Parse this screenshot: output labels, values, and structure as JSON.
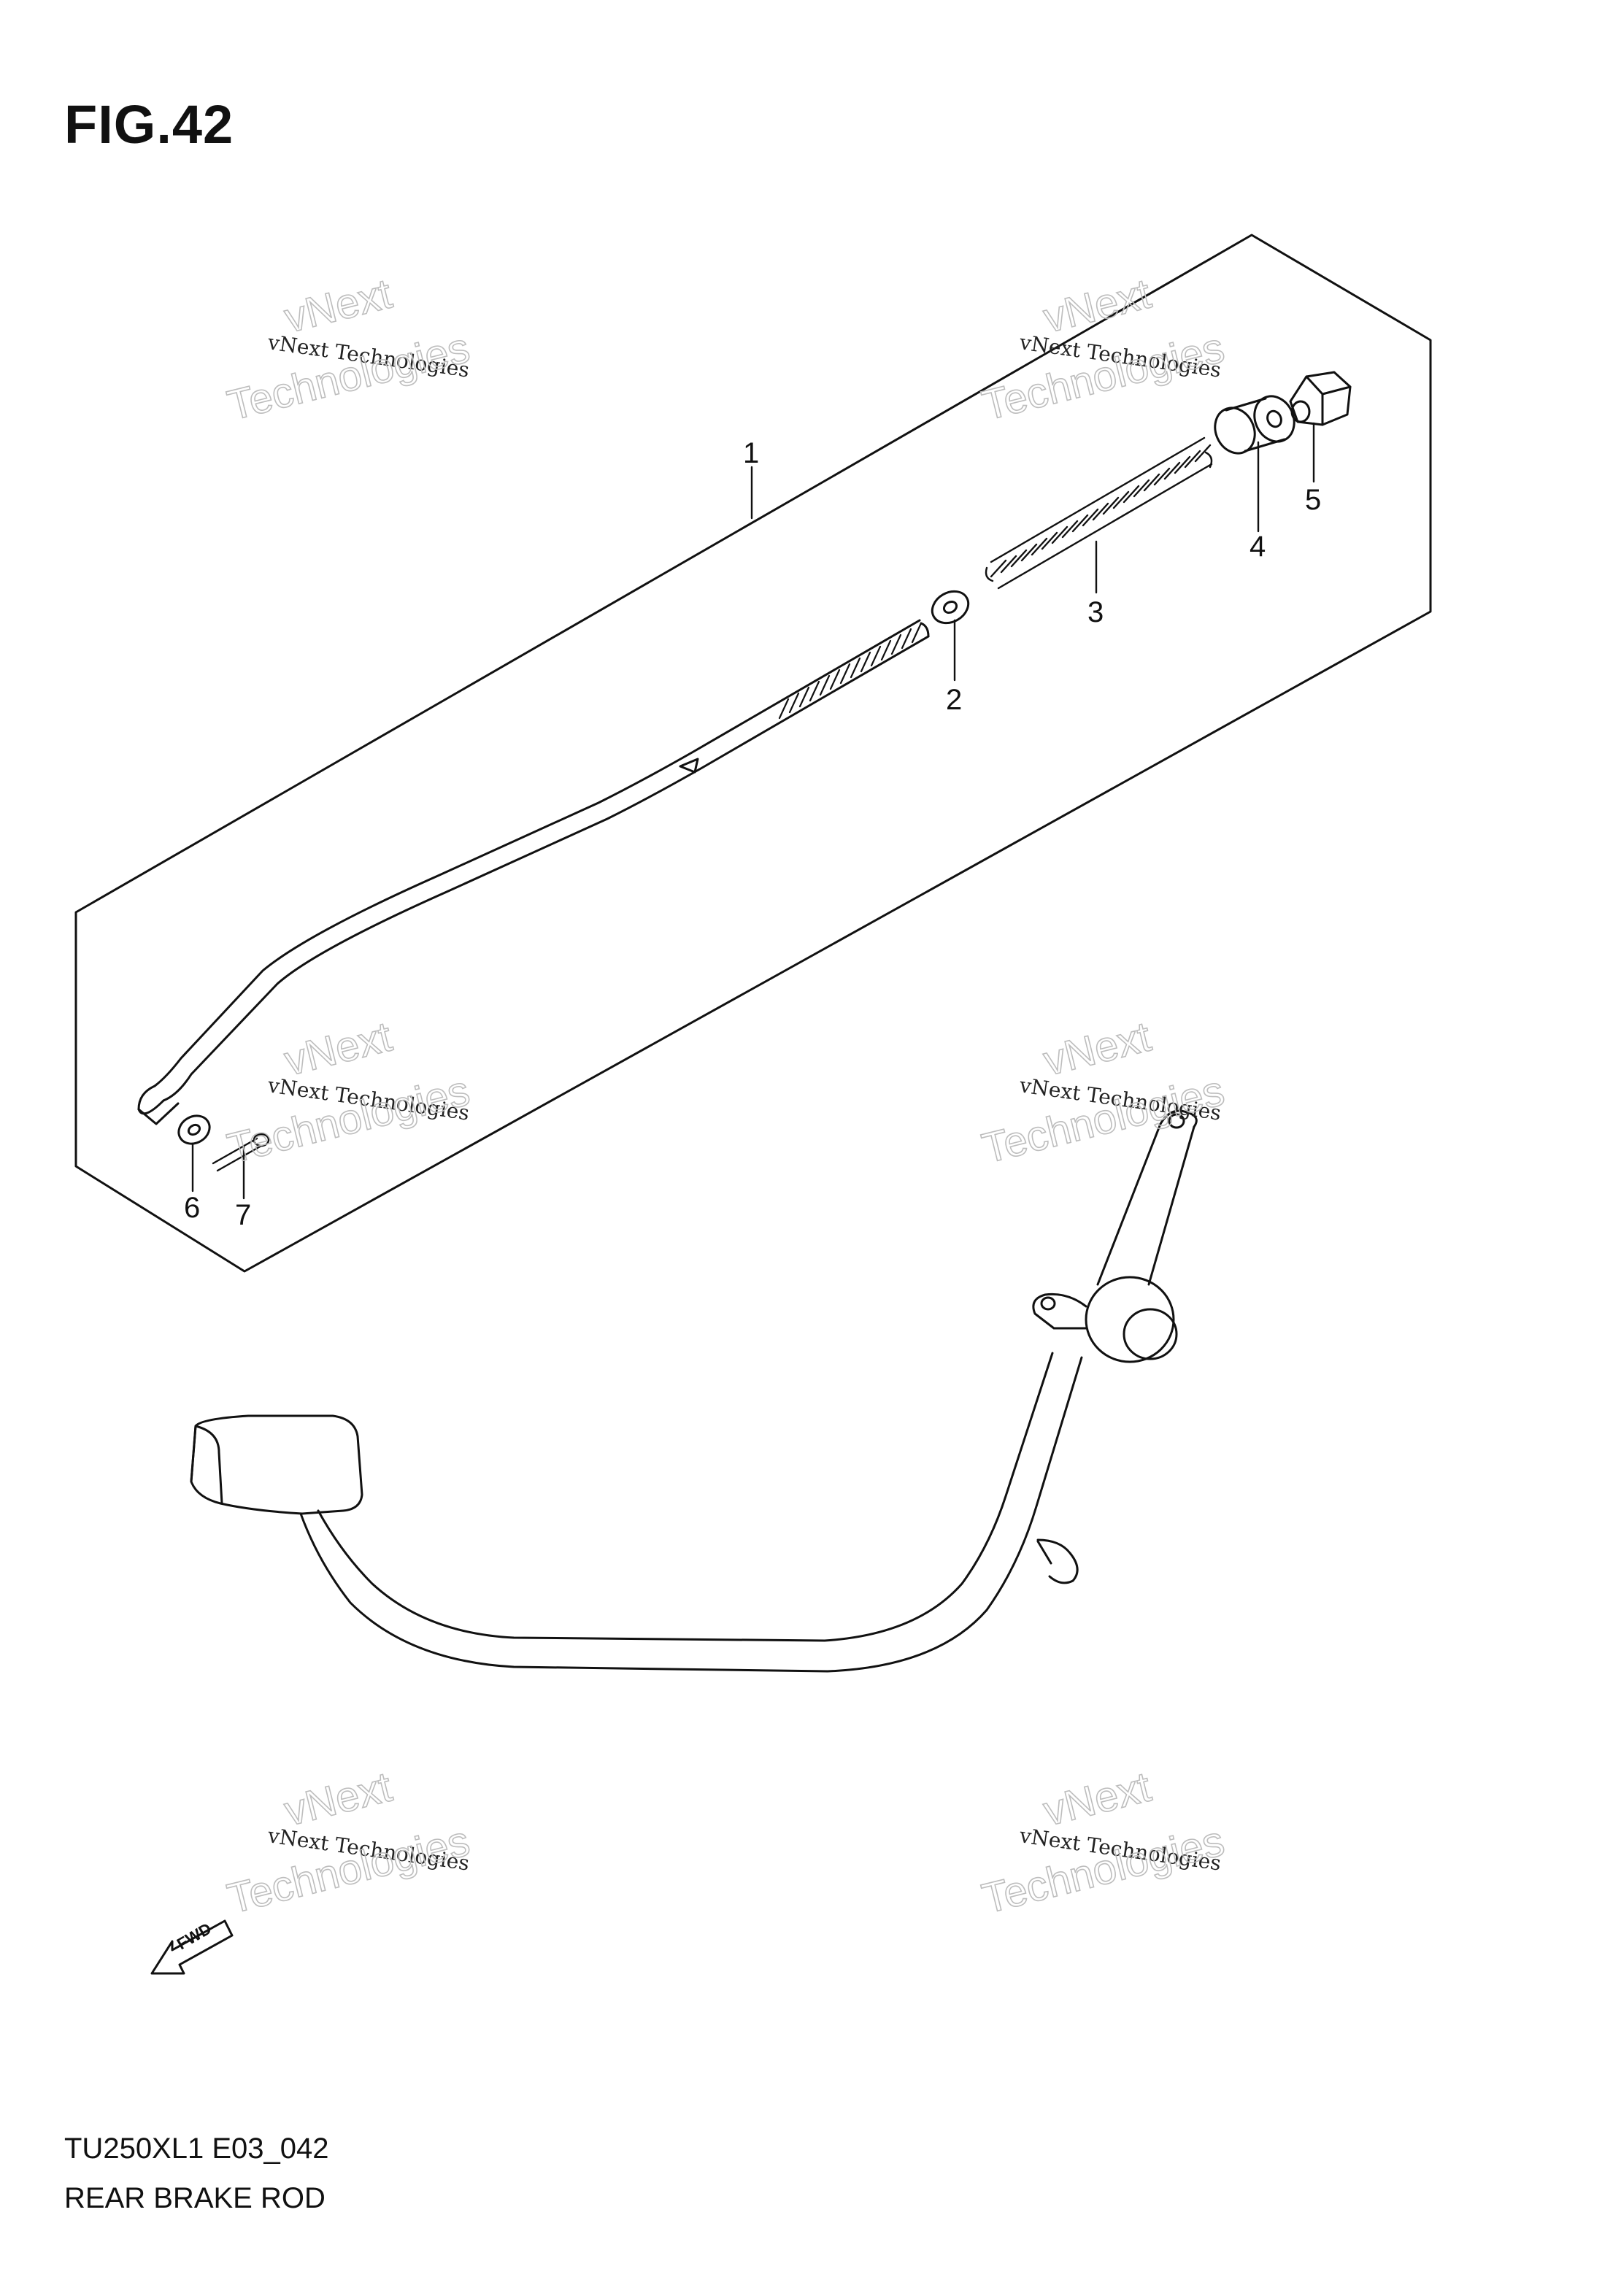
{
  "figure": {
    "title": "FIG.42",
    "code": "TU250XL1 E03_042",
    "name": "REAR BRAKE ROD"
  },
  "callouts": [
    "1",
    "2",
    "3",
    "4",
    "5",
    "6",
    "7"
  ],
  "watermark": {
    "line1": "vNext",
    "line2": "vNext Technologies",
    "line3": "Technologies"
  },
  "direction_marker": {
    "label": "FWD",
    "icon": "fwd-arrow-icon"
  },
  "colors": {
    "line": "#111111",
    "watermark_outline": "#bdbdbd"
  }
}
